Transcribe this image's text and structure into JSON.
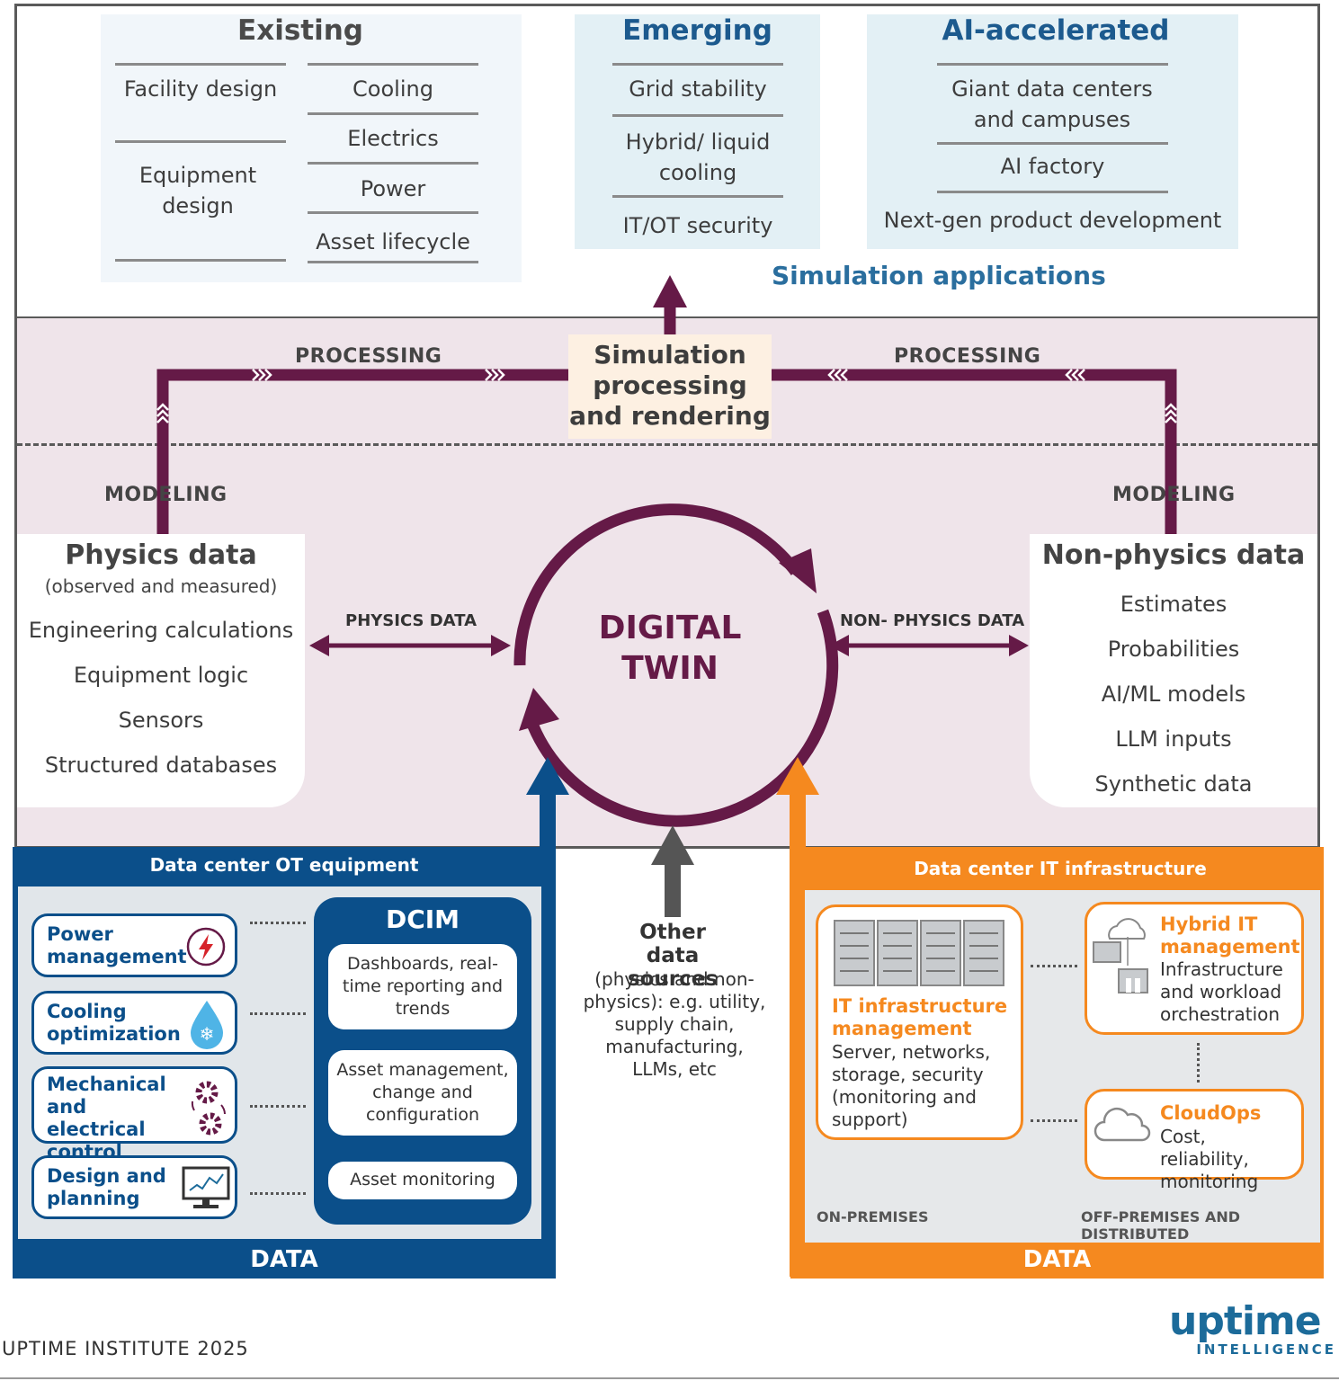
{
  "existing": {
    "title": "Existing",
    "col1": [
      "Facility design",
      "Equipment design"
    ],
    "col2": [
      "Cooling",
      "Electrics",
      "Power",
      "Asset lifecycle"
    ]
  },
  "emerging": {
    "title": "Emerging",
    "items": [
      "Grid stability",
      "Hybrid/ liquid cooling",
      "IT/OT security"
    ]
  },
  "ai": {
    "title": "AI-accelerated",
    "items": [
      "Giant data centers and campuses",
      "AI factory",
      "Next-gen product development"
    ]
  },
  "sim_apps": "Simulation applications",
  "processing_left": "PROCESSING",
  "processing_right": "PROCESSING",
  "sim_box": "Simulation processing and rendering",
  "modeling_left": "MODELING",
  "modeling_right": "MODELING",
  "physics": {
    "title": "Physics data",
    "subtitle": "(observed and measured)",
    "items": [
      "Engineering calculations",
      "Equipment logic",
      "Sensors",
      "Structured databases"
    ]
  },
  "nonphysics": {
    "title": "Non-physics data",
    "items": [
      "Estimates",
      "Probabilities",
      "AI/ML models",
      "LLM inputs",
      "Synthetic data"
    ]
  },
  "physics_arrow": "PHYSICS DATA",
  "nonphysics_arrow": "NON- PHYSICS DATA",
  "twin": {
    "line1": "DIGITAL",
    "line2": "TWIN"
  },
  "ot": {
    "header": "Data center OT equipment",
    "footer": "DATA",
    "cards": [
      "Power management",
      "Cooling optimization",
      "Mechanical and electrical control",
      "Design and planning"
    ],
    "dcim_title": "DCIM",
    "dcim_items": [
      "Dashboards, real-time reporting and trends",
      "Asset management, change and configuration",
      "Asset monitoring"
    ]
  },
  "other": {
    "title": "Other data sources",
    "body": "(physics and non-physics): e.g. utility, supply chain, manufacturing, LLMs, etc"
  },
  "it": {
    "header": "Data center IT infrastructure",
    "footer": "DATA",
    "infra_title": "IT infrastructure management",
    "infra_body": "Server, networks, storage, security (monitoring and support)",
    "hybrid_title": "Hybrid IT management",
    "hybrid_body": "Infrastructure and workload orchestration",
    "cloud_title": "CloudOps",
    "cloud_body": "Cost, reliability, monitoring",
    "onprem": "ON-PREMISES",
    "offprem": "OFF-PREMISES AND DISTRIBUTED"
  },
  "footer_left": "UPTIME INSTITUTE 2025",
  "logo": {
    "word": "uptime",
    "sub": "INTELLIGENCE"
  },
  "colors": {
    "plum": "#651a47",
    "blue": "#0b4f8a",
    "orange": "#f5891f",
    "teal": "#1c6b9a"
  }
}
